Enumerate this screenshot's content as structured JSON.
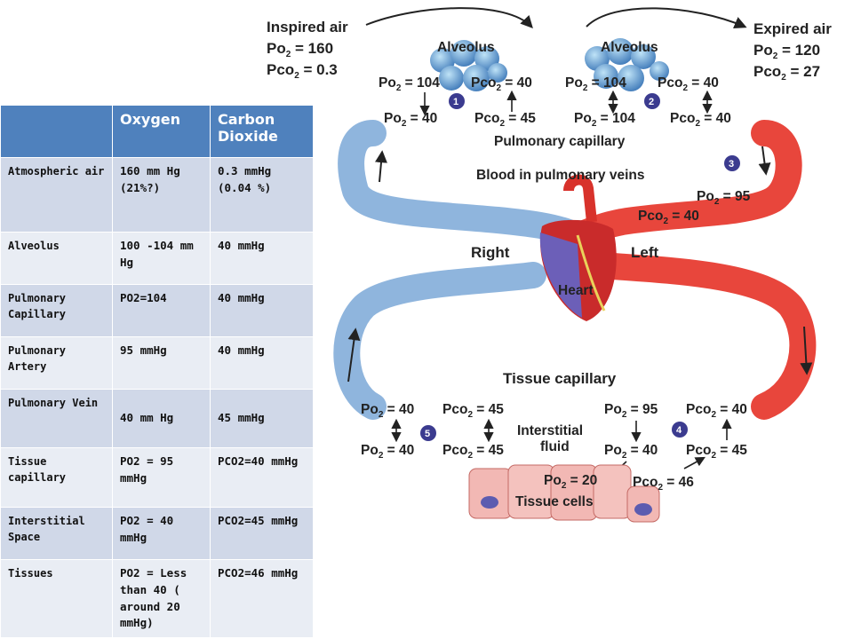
{
  "table": {
    "headers": [
      "",
      "Oxygen",
      "Carbon Dioxide"
    ],
    "rows": [
      {
        "name": "Atmospheric air",
        "oxygen": "160 mm Hg (21%?)",
        "co2": "0.3 mmHg (0.04 %)"
      },
      {
        "name": "Alveolus",
        "oxygen": "100 -104 mm Hg",
        "co2": "40 mmHg"
      },
      {
        "name": "Pulmonary Capillary",
        "oxygen": "PO2=104",
        "co2": "40 mmHg"
      },
      {
        "name": "Pulmonary Artery",
        "oxygen": "95 mmHg",
        "co2": "40 mmHg"
      },
      {
        "name": "Pulmonary Vein",
        "oxygen": "40 mm Hg",
        "co2": "45 mmHg"
      },
      {
        "name": "Tissue capillary",
        "oxygen": "PO2 = 95 mmHg",
        "co2": "PCO2=40 mmHg"
      },
      {
        "name": "Interstitial Space",
        "oxygen": "PO2 = 40 mmHg",
        "co2": "PCO2=45 mmHg"
      },
      {
        "name": "Tissues",
        "oxygen": "PO2 = Less than 40 ( around 20 mmHg)",
        "co2": "PCO2=46 mmHg"
      }
    ]
  },
  "diagram": {
    "inspired_air": {
      "title": "Inspired air",
      "po2": "160",
      "pco2": "0.3"
    },
    "expired_air": {
      "title": "Expired air",
      "po2": "120",
      "pco2": "27"
    },
    "alveolus_left": {
      "label": "Alveolus",
      "po2": "104",
      "pco2": "40",
      "step": "1"
    },
    "alveolus_right": {
      "label": "Alveolus",
      "po2": "104",
      "pco2": "40",
      "step": "2"
    },
    "pulm_cap_in": {
      "po2": "40",
      "pco2": "45"
    },
    "pulm_cap_out": {
      "po2": "104",
      "pco2": "40"
    },
    "pulmonary_capillary": "Pulmonary capillary",
    "blood_in_veins": "Blood in pulmonary veins",
    "veins_step": "3",
    "veins_values": {
      "po2": "95",
      "pco2": "40"
    },
    "right": "Right",
    "left": "Left",
    "heart": "Heart",
    "tissue_capillary": "Tissue capillary",
    "tissue_cap_left": {
      "po2": "40",
      "pco2": "45",
      "step": "5"
    },
    "tissue_cap_right": {
      "po2": "95",
      "pco2": "40",
      "step": "4"
    },
    "interstitial": [
      "Interstitial",
      "fluid"
    ],
    "interstitial_left": {
      "po2": "40",
      "pco2": "45"
    },
    "interstitial_right": {
      "po2": "40",
      "pco2": "45"
    },
    "tissue_cells": {
      "label": "Tissue cells",
      "po2": "20",
      "pco2": "46"
    },
    "symbols": {
      "po": "Po",
      "pco": "Pco",
      "sub": "2"
    },
    "colors": {
      "deoxy": "#8fb5dd",
      "oxy": "#e8463c",
      "step_badge": "#3b3b8f"
    }
  }
}
